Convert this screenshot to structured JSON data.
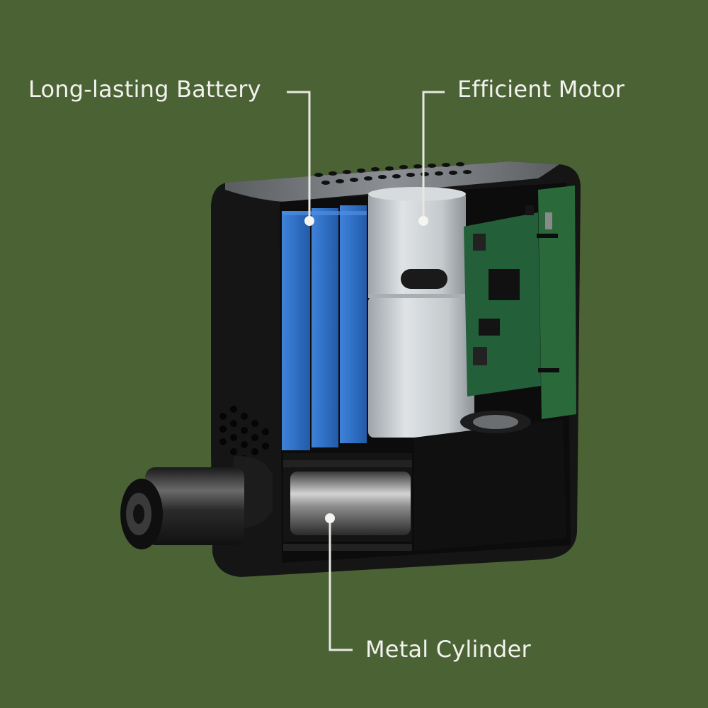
{
  "background_color": "#4a6234",
  "labels": {
    "battery": "Long-lasting Battery",
    "motor": "Efficient Motor",
    "cylinder": "Metal Cylinder"
  },
  "colors": {
    "callout": "#e8e8e2",
    "housing": "#161616",
    "battery": "#2f6fc4",
    "motor": "#c9ced2",
    "pcb": "#2a6a3a",
    "cylinder": "#9a9a9a"
  }
}
